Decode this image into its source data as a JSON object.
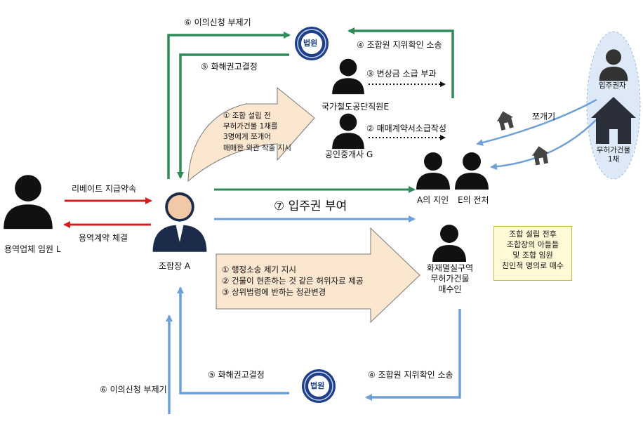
{
  "nodes": {
    "official_l": "용역업체 임원 L",
    "chairman_a": "조합장 A",
    "railway_e": "국가철도공단직원E",
    "realtor_g": "공인중개사 G",
    "acquaintance_a": "A의 지인",
    "wife_e": "E의 전처",
    "fire_buyer": "화재멸실구역\n무허가건물\n매수인",
    "rights_holder": "입주권자",
    "unlicensed_bldg": "무허가건물\n1채"
  },
  "court": {
    "seal_text": "법원"
  },
  "edges": {
    "top_objection": "⑥ 이의신청 부제기",
    "top_settlement": "⑤ 화해권고결정",
    "top_lawsuit": "④ 조합원 지위확인 소송",
    "compensation": "③ 변상금 소급 부과",
    "sales_contract": "② 매매계약서소급작성",
    "split": "쪼개기",
    "rebate": "리베이트 지급약속",
    "service_contract": "용역계약 체결",
    "occupancy_right": "⑦ 입주권 부여",
    "bottom_settlement": "⑤ 화해권고결정",
    "bottom_lawsuit": "④ 조합원 지위확인 소송",
    "bottom_objection": "⑥ 이의신청 부제기"
  },
  "big_arrow_upper": "① 조합 설립 전\n무허가건물 1채를\n3명에게 쪼개어\n매매한 외관 작출 지시",
  "big_arrow_lower": [
    "① 행정소송 제기 지시",
    "② 건물이 현존하는 것 같은 허위자료 제공",
    "③ 상위법령에 반하는 정관변경"
  ],
  "note_box": "조합 설립 전후\n조합장의 아들들\n및 조합 임원\n친인척 명의로 매수",
  "colors": {
    "green": "#2e8b57",
    "blue": "#6fa0d8",
    "red": "#d42020",
    "arrow_fill": "#fbe6d0",
    "court_blue": "#1e3f8a"
  }
}
